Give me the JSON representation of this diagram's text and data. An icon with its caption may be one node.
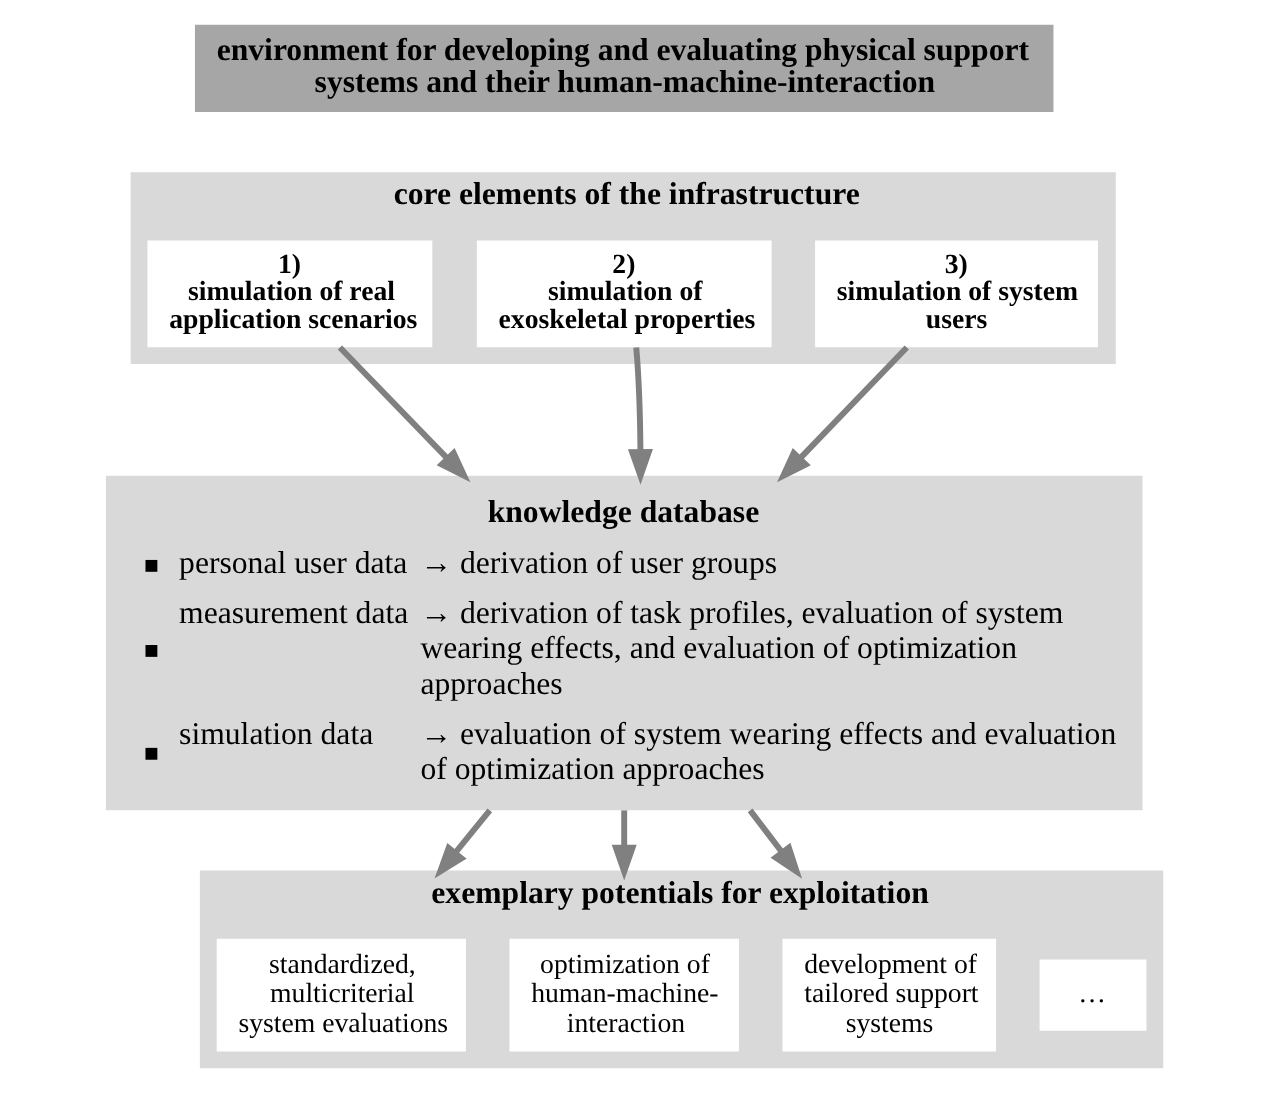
{
  "diagram": {
    "nodes": [
      {
        "text": [
          "environment for developing and evaluating physical support systems and their human-machine-interaction"
        ]
      },
      {
        "text": [
          "core elements of the infrastructure"
        ]
      },
      {
        "text": [
          "1)",
          "simulation of real application scenarios"
        ],
        "in": 1
      },
      {
        "text": [
          "2)",
          "simulation of exoskeletal properties"
        ],
        "in": 1
      },
      {
        "text": [
          "3)",
          "simulation of system users"
        ],
        "in": 1
      },
      {
        "text": [
          "knowledge database",
          "personal user data → derivation of user groups",
          "measurement data → derivation of task profiles, evaluation of system wearing effects, and evaluation of optimization approaches",
          "simulation data → evaluation of system wearing effects and evaluation of optimization approaches"
        ]
      },
      {
        "text": [
          "exemplary potentials for exploitation"
        ]
      },
      {
        "text": [
          "standardized, multicriterial system evaluations"
        ],
        "in": 6
      },
      {
        "text": [
          "optimization of human-machine-interaction"
        ],
        "in": 6
      },
      {
        "text": [
          "development of tailored support systems"
        ],
        "in": 6
      },
      {
        "text": [
          "…"
        ],
        "in": 6
      }
    ],
    "edges": [
      {
        "from": 2,
        "to": 5,
        "arrow": "to"
      },
      {
        "from": 3,
        "to": 5,
        "arrow": "to"
      },
      {
        "from": 4,
        "to": 5,
        "arrow": "to"
      },
      {
        "from": 5,
        "to": 6,
        "arrow": "to"
      },
      {
        "from": 5,
        "to": 6,
        "arrow": "to"
      },
      {
        "from": 5,
        "to": 6,
        "arrow": "to"
      }
    ]
  }
}
